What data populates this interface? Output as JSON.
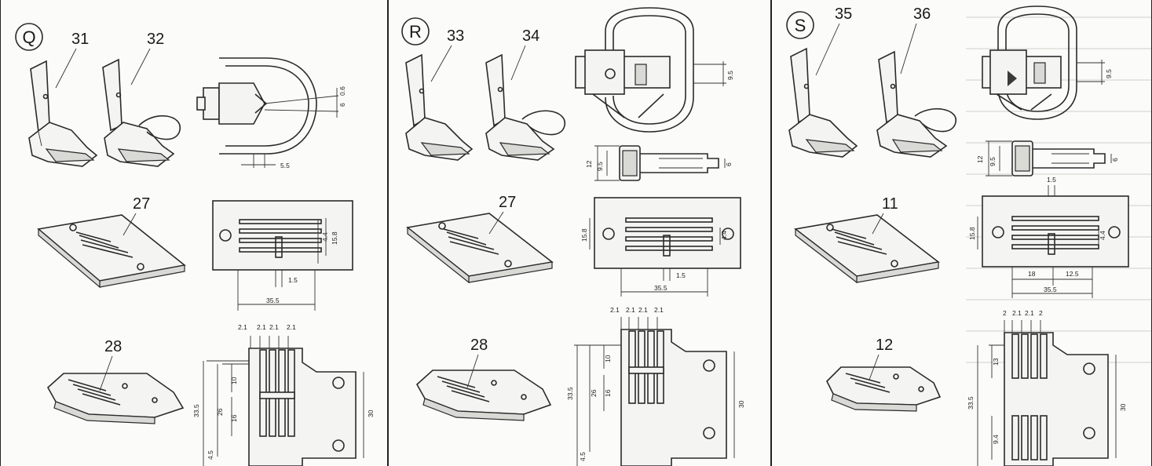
{
  "panels": [
    {
      "letter": "Q",
      "feet": [
        "31",
        "32"
      ],
      "plate": "27",
      "feed": "28",
      "guard_dims": [
        "0.6",
        "6",
        "5.5"
      ],
      "plate_dims": [
        "4.4",
        "15.8",
        "1.5",
        "35.5"
      ],
      "feed_dims": [
        "2.1",
        "2.1",
        "2.1",
        "2.1",
        "10",
        "16",
        "26",
        "33.5",
        "4.5",
        "30"
      ]
    },
    {
      "letter": "R",
      "feet": [
        "33",
        "34"
      ],
      "plate": "27",
      "feed": "28",
      "guard_dims": [
        "9.5",
        "12",
        "9.5",
        "6"
      ],
      "plate_dims": [
        "15.8",
        "4.4",
        "1.5",
        "35.5"
      ],
      "feed_dims": [
        "2.1",
        "2.1",
        "2.1",
        "2.1",
        "10",
        "16",
        "26",
        "33.5",
        "4.5",
        "30"
      ]
    },
    {
      "letter": "S",
      "feet": [
        "35",
        "36"
      ],
      "plate": "11",
      "feed": "12",
      "guard_dims": [
        "9.5",
        "12",
        "9.5",
        "6"
      ],
      "plate_dims": [
        "1.5",
        "15.8",
        "4.4",
        "18",
        "12.5",
        "35.5"
      ],
      "feed_dims": [
        "2",
        "2.1",
        "2.1",
        "2",
        "13",
        "33.5",
        "9.4",
        "30"
      ]
    }
  ]
}
